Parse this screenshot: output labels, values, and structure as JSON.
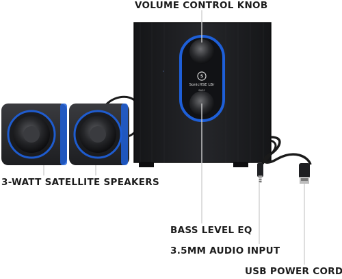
{
  "labels": {
    "volume": "VOLUME CONTROL KNOB",
    "satellite": "3-WATT SATELLITE SPEAKERS",
    "bass": "BASS LEVEL EQ",
    "audio": "3.5MM AUDIO INPUT",
    "usb": "USB POWER CORD"
  },
  "panel": {
    "brand": "SonicHSE LBr",
    "volume_caption": "VOLUME",
    "bass_caption": "BASS"
  },
  "colors": {
    "accent_blue": "#1e5fd8",
    "wood_dark": "#1b1c1e",
    "speaker_body": "#2c2d30"
  }
}
